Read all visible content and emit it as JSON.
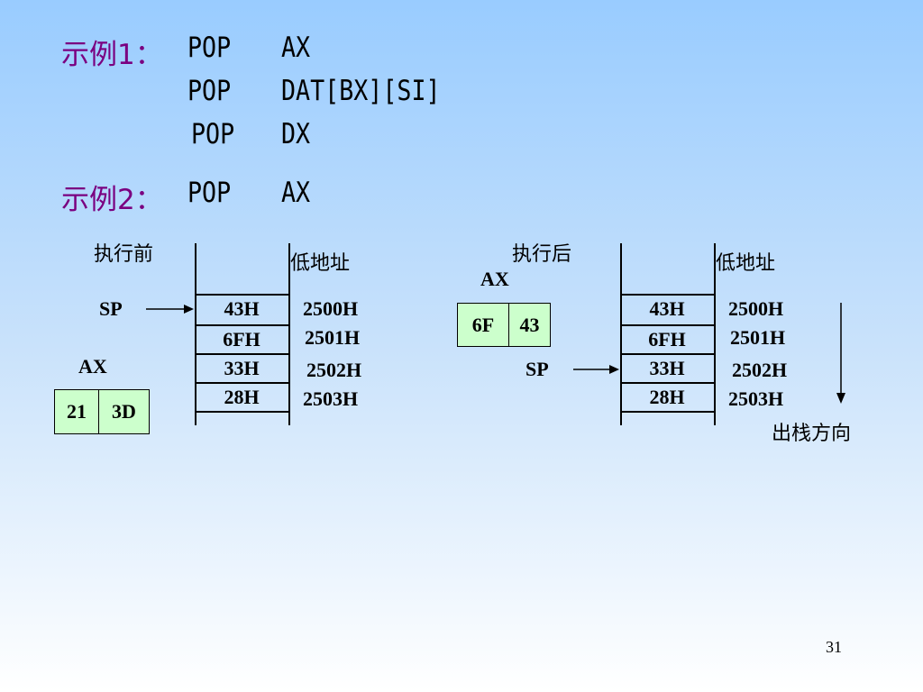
{
  "example1": {
    "label": "示例1：",
    "lines": [
      {
        "op": "POP",
        "arg": "AX"
      },
      {
        "op": "POP",
        "arg": "DAT[BX][SI]"
      },
      {
        "op": "POP",
        "arg": "DX"
      }
    ]
  },
  "example2": {
    "label": "示例2：",
    "op": "POP",
    "arg": "AX"
  },
  "before": {
    "title": "执行前",
    "low_addr": "低地址",
    "sp_label": "SP",
    "ax_label": "AX",
    "ax_high": "21",
    "ax_low": "3D",
    "cells": [
      "43H",
      "6FH",
      "33H",
      "28H"
    ],
    "addrs": [
      "2500H",
      "2501H",
      "2502H",
      "2503H"
    ]
  },
  "after": {
    "title": "执行后",
    "low_addr": "低地址",
    "sp_label": "SP",
    "ax_label": "AX",
    "ax_high": "6F",
    "ax_low": "43",
    "cells": [
      "43H",
      "6FH",
      "33H",
      "28H"
    ],
    "addrs": [
      "2500H",
      "2501H",
      "2502H",
      "2503H"
    ],
    "direction": "出栈方向"
  },
  "page_number": "31",
  "colors": {
    "label": "#7a0080",
    "register_fill": "#ccffcc"
  }
}
